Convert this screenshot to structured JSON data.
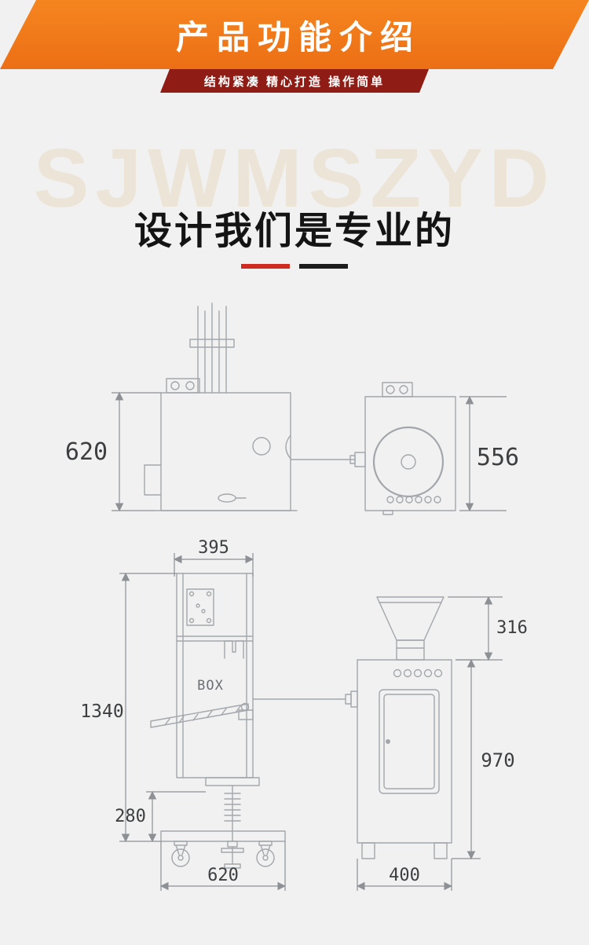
{
  "header": {
    "title": "产品功能介绍",
    "subtitle": "结构紧凑 精心打造 操作简单"
  },
  "hero": {
    "watermark": "SJWMSZYD",
    "title": "设计我们是专业的"
  },
  "diagram": {
    "box_label": "BOX",
    "dims": {
      "left_view_height": "620",
      "right_view_height": "556",
      "front_width": "395",
      "front_height": "1340",
      "base_height": "280",
      "base_width": "620",
      "hopper_height": "316",
      "side_height": "970",
      "side_width": "400"
    }
  },
  "colors": {
    "banner_orange": "#f0771b",
    "banner_red": "#8f1c15",
    "underline_red": "#cf2b20",
    "underline_black": "#1c1c1c",
    "background": "#f1f1f2"
  }
}
